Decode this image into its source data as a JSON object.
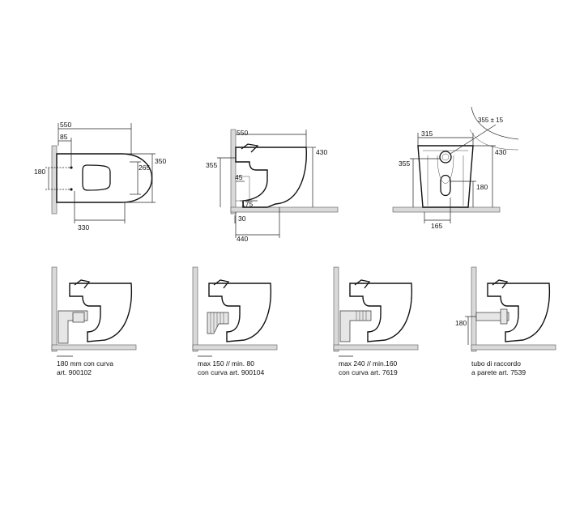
{
  "top_view": {
    "d550": "550",
    "d85": "85",
    "d180": "180",
    "d265": "265",
    "d350": "350",
    "d330": "330"
  },
  "side_view": {
    "d550": "550",
    "d430": "430",
    "d355": "355",
    "d45": "45",
    "d175": "175",
    "d30": "30",
    "d440": "440"
  },
  "front_view": {
    "d355_15": "355 ± 15",
    "d315": "315",
    "d430": "430",
    "d355": "355",
    "d180": "180",
    "d165": "165"
  },
  "variant_1": {
    "caption_line1": "180 mm con curva",
    "caption_line2": "art. 900102"
  },
  "variant_2": {
    "caption_line1": "max 150 // min. 80",
    "caption_line2": "con curva art. 900104"
  },
  "variant_3": {
    "caption_line1": "max 240 // min.160",
    "caption_line2": "con curva art. 7619"
  },
  "variant_4": {
    "d180": "180",
    "caption_line1": "tubo di raccordo",
    "caption_line2": "a parete art. 7539"
  }
}
